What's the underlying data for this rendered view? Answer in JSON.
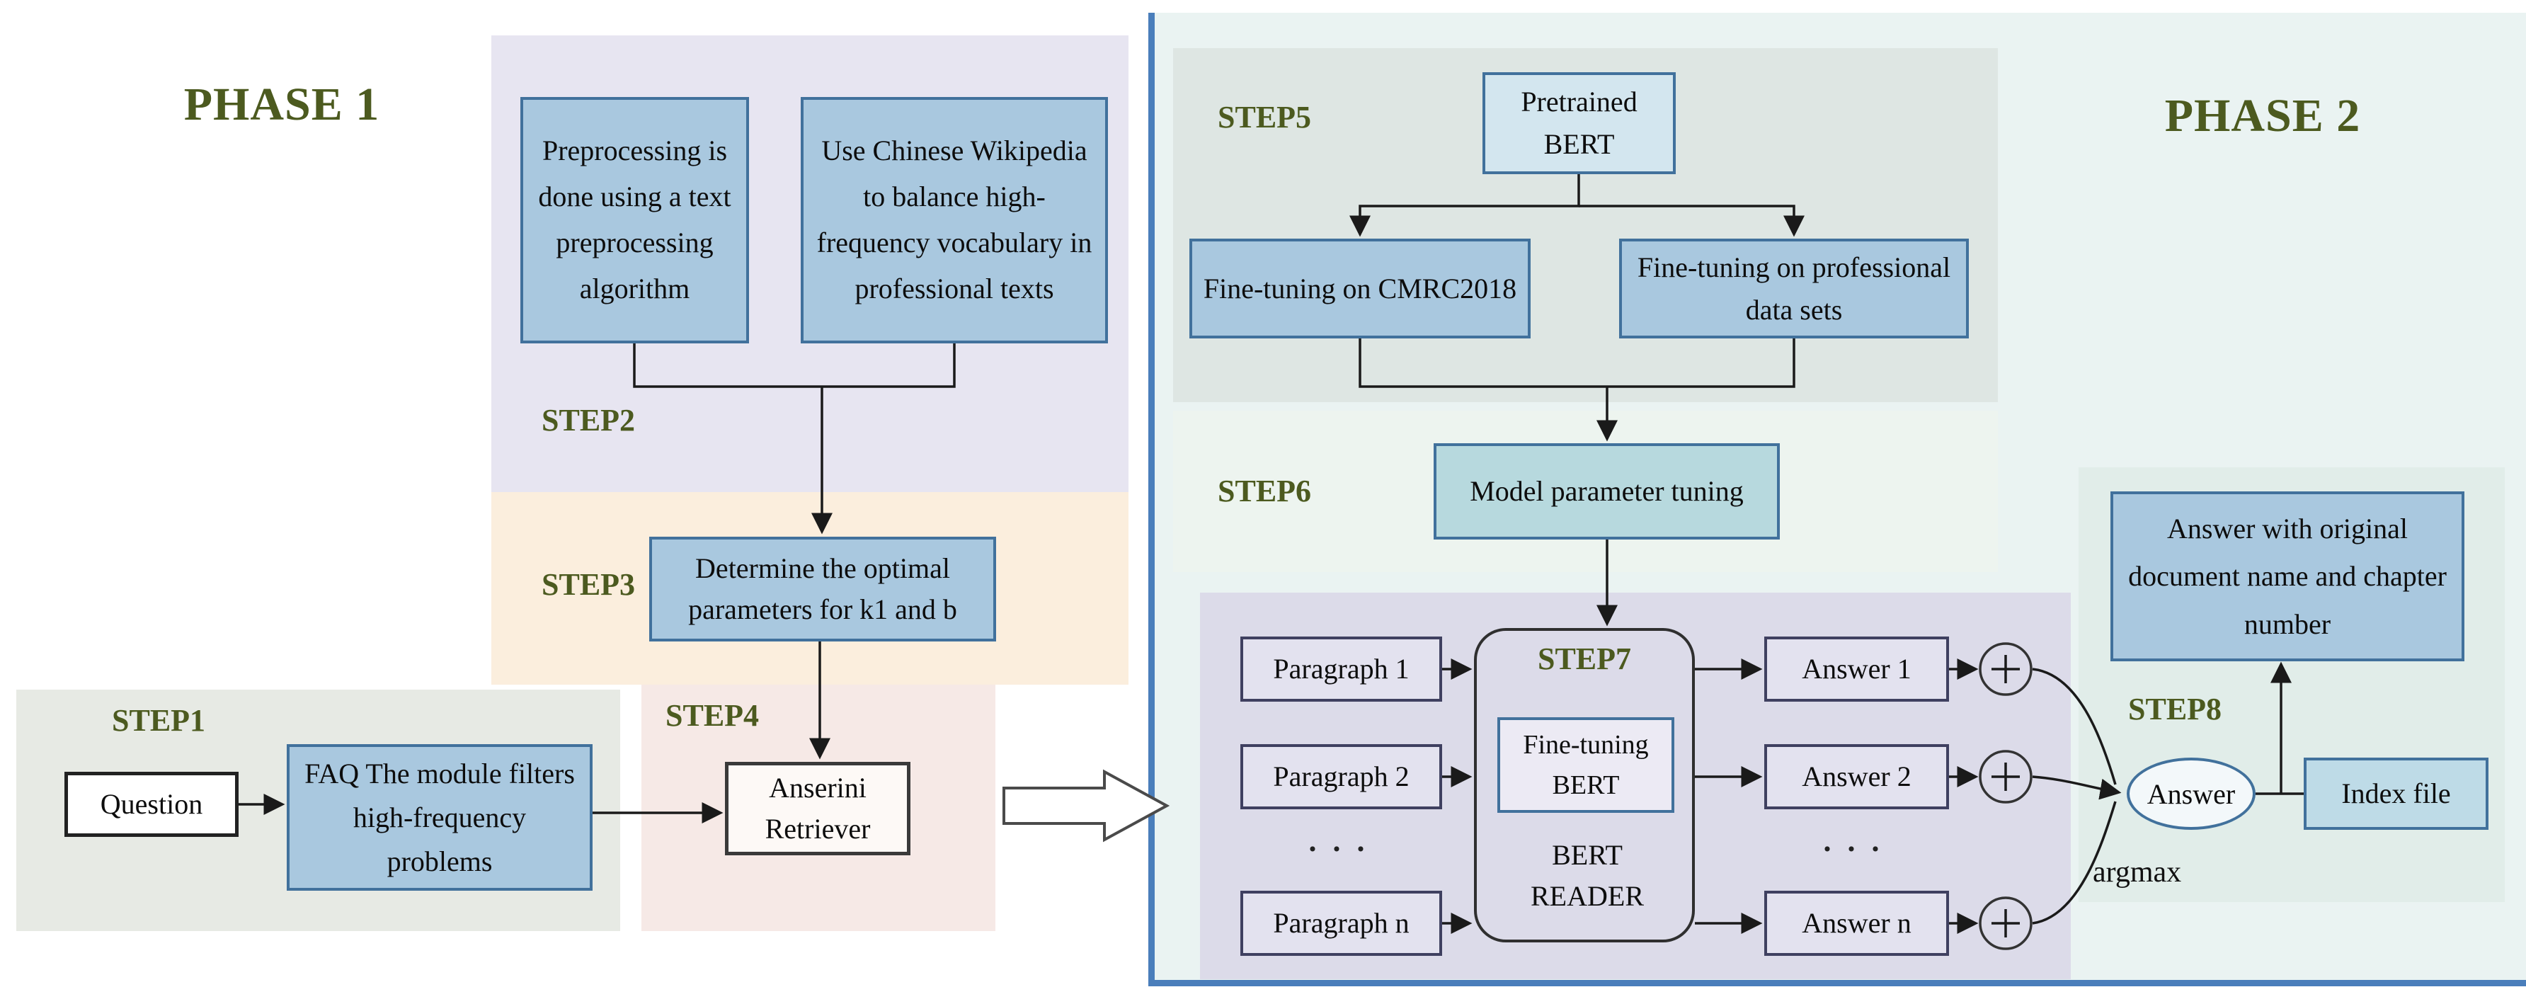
{
  "colors": {
    "phase_label_green": "#4c5a1f",
    "box_blue_fill": "#a9c8df",
    "box_blue_border": "#41719c",
    "divider_blue": "#4a7ebb"
  },
  "phase1": {
    "title": "PHASE 1",
    "step1": {
      "label": "STEP1",
      "question": "Question",
      "faq": "FAQ The module filters high-frequency problems"
    },
    "step2": {
      "label": "STEP2",
      "preprocessing": "Preprocessing is done using a text preprocessing algorithm",
      "wikipedia": "Use Chinese Wikipedia to balance high-frequency vocabulary in professional texts"
    },
    "step3": {
      "label": "STEP3",
      "determine": "Determine the optimal parameters for k1 and b"
    },
    "step4": {
      "label": "STEP4",
      "anserini": "Anserini Retriever"
    }
  },
  "phase2": {
    "title": "PHASE 2",
    "step5": {
      "label": "STEP5",
      "pretrained": "Pretrained BERT",
      "ft_cmrc": "Fine-tuning on CMRC2018",
      "ft_prof": "Fine-tuning on professional data sets"
    },
    "step6": {
      "label": "STEP6",
      "model_tuning": "Model parameter tuning"
    },
    "step7": {
      "label": "STEP7",
      "paragraphs": [
        "Paragraph 1",
        "Paragraph 2",
        "Paragraph n"
      ],
      "dots": "···",
      "ft_bert": "Fine-tuning BERT",
      "reader": "BERT READER",
      "answers": [
        "Answer 1",
        "Answer 2",
        "Answer n"
      ]
    },
    "step8": {
      "label": "STEP8",
      "answer_doc": "Answer with original document name and chapter number",
      "answer": "Answer",
      "argmax": "argmax",
      "index_file": "Index file"
    }
  }
}
